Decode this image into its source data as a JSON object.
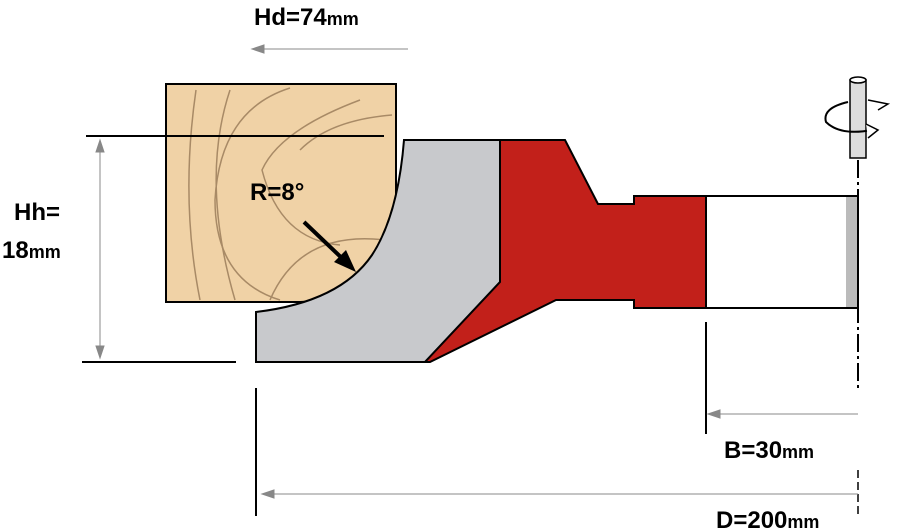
{
  "labels": {
    "hd_main": "Hd=74",
    "hd_unit": "mm",
    "hh_line1": "Hh=",
    "hh_line2_main": "18",
    "hh_line2_unit": "mm",
    "radius": "R=8°",
    "b_main": "B=30",
    "b_unit": "mm",
    "d_main": "D=200",
    "d_unit": "mm"
  },
  "colors": {
    "wood": "#f0d2a6",
    "wood_grain": "#a88a66",
    "cutter_steel": "#c8c9cc",
    "tool_body": "#c2201a",
    "shank": "#ffffff",
    "line": "#000000",
    "dim_line": "#888888"
  },
  "icons": [
    "rotation-arrow-icon"
  ]
}
